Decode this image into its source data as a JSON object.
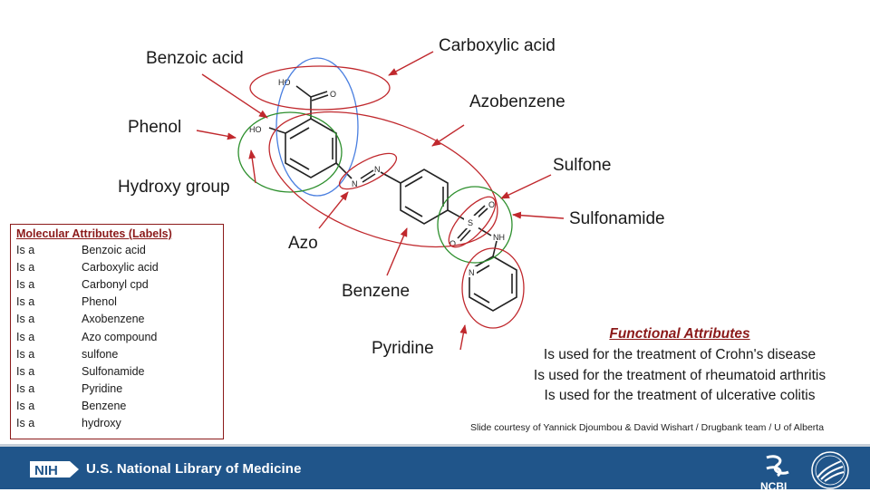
{
  "labels": {
    "carboxylic_acid": "Carboxylic  acid",
    "benzoic_acid": "Benzoic acid",
    "azobenzene": "Azobenzene",
    "phenol": "Phenol",
    "sulfone": "Sulfone",
    "hydroxy_group": "Hydroxy group",
    "sulfonamide": "Sulfonamide",
    "azo": "Azo",
    "benzene": "Benzene",
    "pyridine": "Pyridine"
  },
  "atoms": {
    "ho_top": "HO",
    "o_carbonyl": "O",
    "ho_phenol": "HO",
    "n1": "N",
    "n2": "N",
    "s": "S",
    "o_s1": "O",
    "o_s2": "O",
    "nh": "NH",
    "n_pyr": "N"
  },
  "molecular_attributes": {
    "title": "Molecular Attributes (Labels)",
    "rows": [
      {
        "relation": "Is a",
        "value": "Benzoic acid"
      },
      {
        "relation": "Is a",
        "value": "Carboxylic acid"
      },
      {
        "relation": "Is a",
        "value": "Carbonyl cpd"
      },
      {
        "relation": "Is a",
        "value": "Phenol"
      },
      {
        "relation": "Is a",
        "value": "Axobenzene"
      },
      {
        "relation": "Is a",
        "value": "Azo compound"
      },
      {
        "relation": "Is a",
        "value": "sulfone"
      },
      {
        "relation": "Is a",
        "value": "Sulfonamide"
      },
      {
        "relation": "Is a",
        "value": "Pyridine"
      },
      {
        "relation": "Is a",
        "value": "Benzene"
      },
      {
        "relation": "Is a",
        "value": "hydroxy"
      }
    ]
  },
  "functional_attributes": {
    "title": "Functional  Attributes",
    "lines": [
      "Is used for  the treatment of Crohn's disease",
      "Is used for the treatment of rheumatoid arthritis",
      "Is used for the treatment of ulcerative colitis"
    ]
  },
  "credit": "Slide courtesy of  Yannick Djoumbou  & David Wishart /  Drugbank team  / U of Alberta",
  "footer": {
    "nih_badge": "NIH",
    "library": "U.S. National Library of Medicine",
    "ncbi": "NCBI"
  },
  "colors": {
    "red": "#c0282d",
    "blue": "#4a7fe0",
    "green": "#2d8f2d",
    "dark_red": "#8b1a1a",
    "footer_blue": "#20558a"
  }
}
